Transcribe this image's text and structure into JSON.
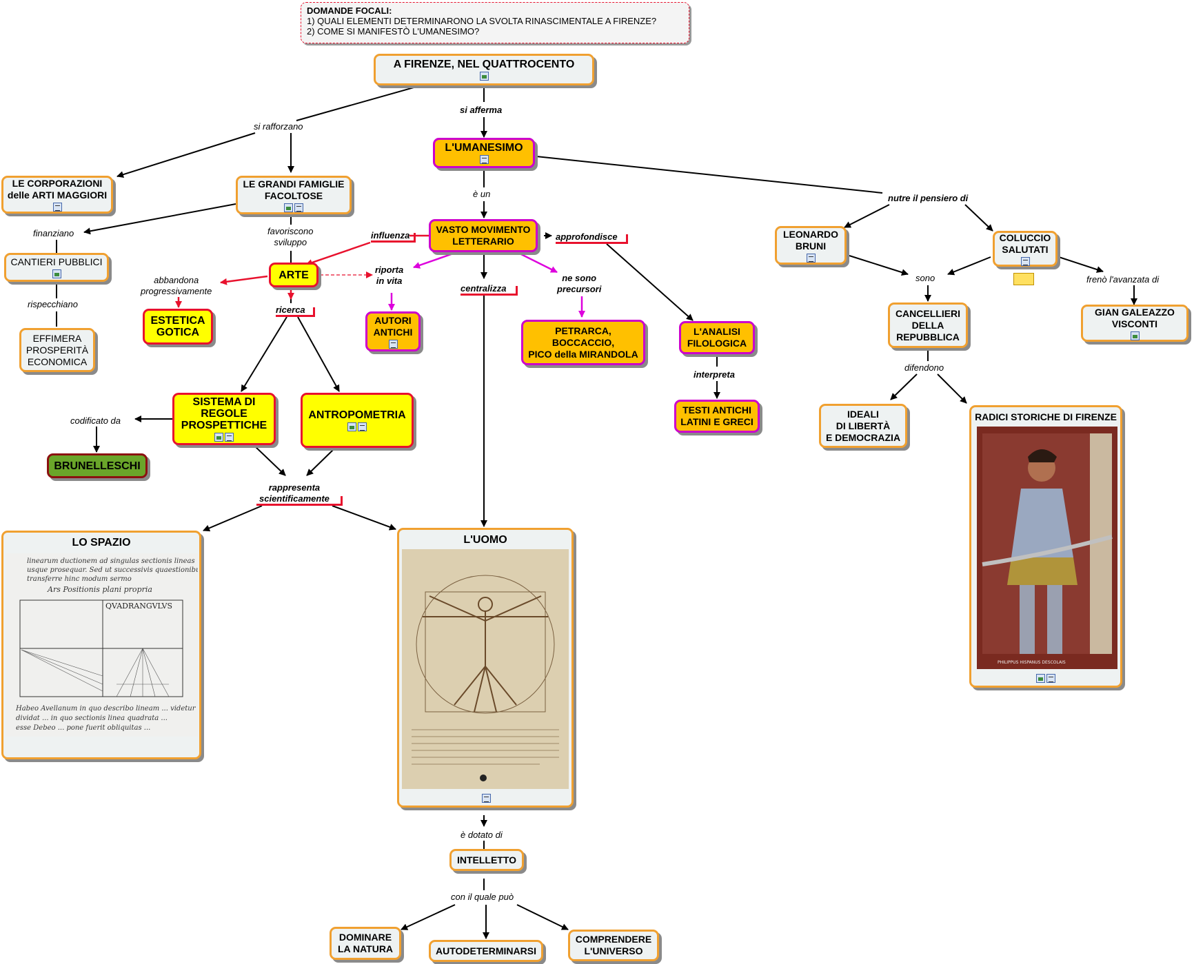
{
  "focal": {
    "title": "DOMANDE FOCALI:",
    "q1": "1) QUALI ELEMENTI DETERMINARONO LA SVOLTA RINASCIMENTALE A FIRENZE?",
    "q2": "2) COME SI MANIFESTÒ L'UMANESIMO?"
  },
  "nodes": {
    "firenze": "A FIRENZE, NEL QUATTROCENTO",
    "umanesimo": "L'UMANESIMO",
    "corporazioni": "LE CORPORAZIONI\ndelle ARTI MAGGIORI",
    "famiglie": "LE GRANDI FAMIGLIE\nFACOLTOSE",
    "cantieri": "CANTIERI PUBBLICI",
    "effimera": "EFFIMERA\nPROSPERITÀ\nECONOMICA",
    "vasto": "VASTO MOVIMENTO\nLETTERARIO",
    "arte": "ARTE",
    "estetica": "ESTETICA\nGOTICA",
    "autori": "AUTORI\nANTICHI",
    "petrarca": "PETRARCA,\nBOCCACCIO,\nPICO della MIRANDOLA",
    "analisi": "L'ANALISI\nFILOLOGICA",
    "testi": "TESTI ANTICHI\nLATINI E GRECI",
    "sistema": "SISTEMA DI\nREGOLE\nPROSPETTICHE",
    "antropometria": "ANTROPOMETRIA",
    "brunelleschi": "BRUNELLESCHI",
    "leonardo": "LEONARDO\nBRUNI",
    "coluccio": "COLUCCIO\nSALUTATI",
    "cancellieri": "CANCELLIERI\nDELLA\nREPUBBLICA",
    "gian": "GIAN GALEAZZO\nVISCONTI",
    "ideali": "IDEALI\nDI LIBERTÀ\nE DEMOCRAZIA",
    "intelletto": "INTELLETTO",
    "dominare": "DOMINARE\nLA NATURA",
    "autodeterminarsi": "AUTODETERMINARSI",
    "comprendere": "COMPRENDERE\nL'UNIVERSO"
  },
  "panels": {
    "spazio": "LO SPAZIO",
    "uomo": "L'UOMO",
    "radici": "RADICI STORICHE DI FIRENZE"
  },
  "links": {
    "si_rafforzano": "si rafforzano",
    "si_afferma": "si afferma",
    "e_un": "è un",
    "nutre": "nutre il pensiero di",
    "finanziano": "finanziano",
    "favoriscono": "favoriscono\nsviluppo",
    "rispecchiano": "rispecchiano",
    "influenza": "influenza",
    "approfondisce": "approfondisce",
    "abbandona": "abbandona\nprogressivamente",
    "riporta": "riporta\nin vita",
    "centralizza": "centralizza",
    "precursori": "ne sono\nprecursori",
    "ricerca": "ricerca",
    "interpreta": "interpreta",
    "codificato": "codificato da",
    "rappresenta": "rappresenta\nscientificamente",
    "sono": "sono",
    "freno": "frenò l'avanzata di",
    "difendono": "difendono",
    "dotato": "è dotato di",
    "con_quale": "con il quale può"
  },
  "drawing_texts": {
    "spazio_line1": "linearum ductionem ad singulas sectionis lineas",
    "spazio_line2": "usque prosequar. Sed ut successivis quaestionibus",
    "spazio_line3": "transferre hinc modum sermo",
    "spazio_line4": "Ars Positionis plani propria",
    "spazio_quad": "QVADRANGVLVS",
    "spazio_b1": "Habeo Avellanum in quo describo lineam ... videtur tamen",
    "spazio_b2": "dividat ... in quo sectionis linea quadrata ...",
    "spazio_b3": "esse Debeo ... pone fuerit obliquitas ...",
    "radici_caption": "PHILIPPUS HISPANUS DESCOLAIS"
  },
  "colors": {
    "accent_border": "#f0a030",
    "yellow_fill": "#ffff00",
    "red_border": "#e8112d",
    "orange_fill": "#ffc000",
    "magenta": "#dd00dd",
    "olive_fill": "#6aa52a"
  }
}
